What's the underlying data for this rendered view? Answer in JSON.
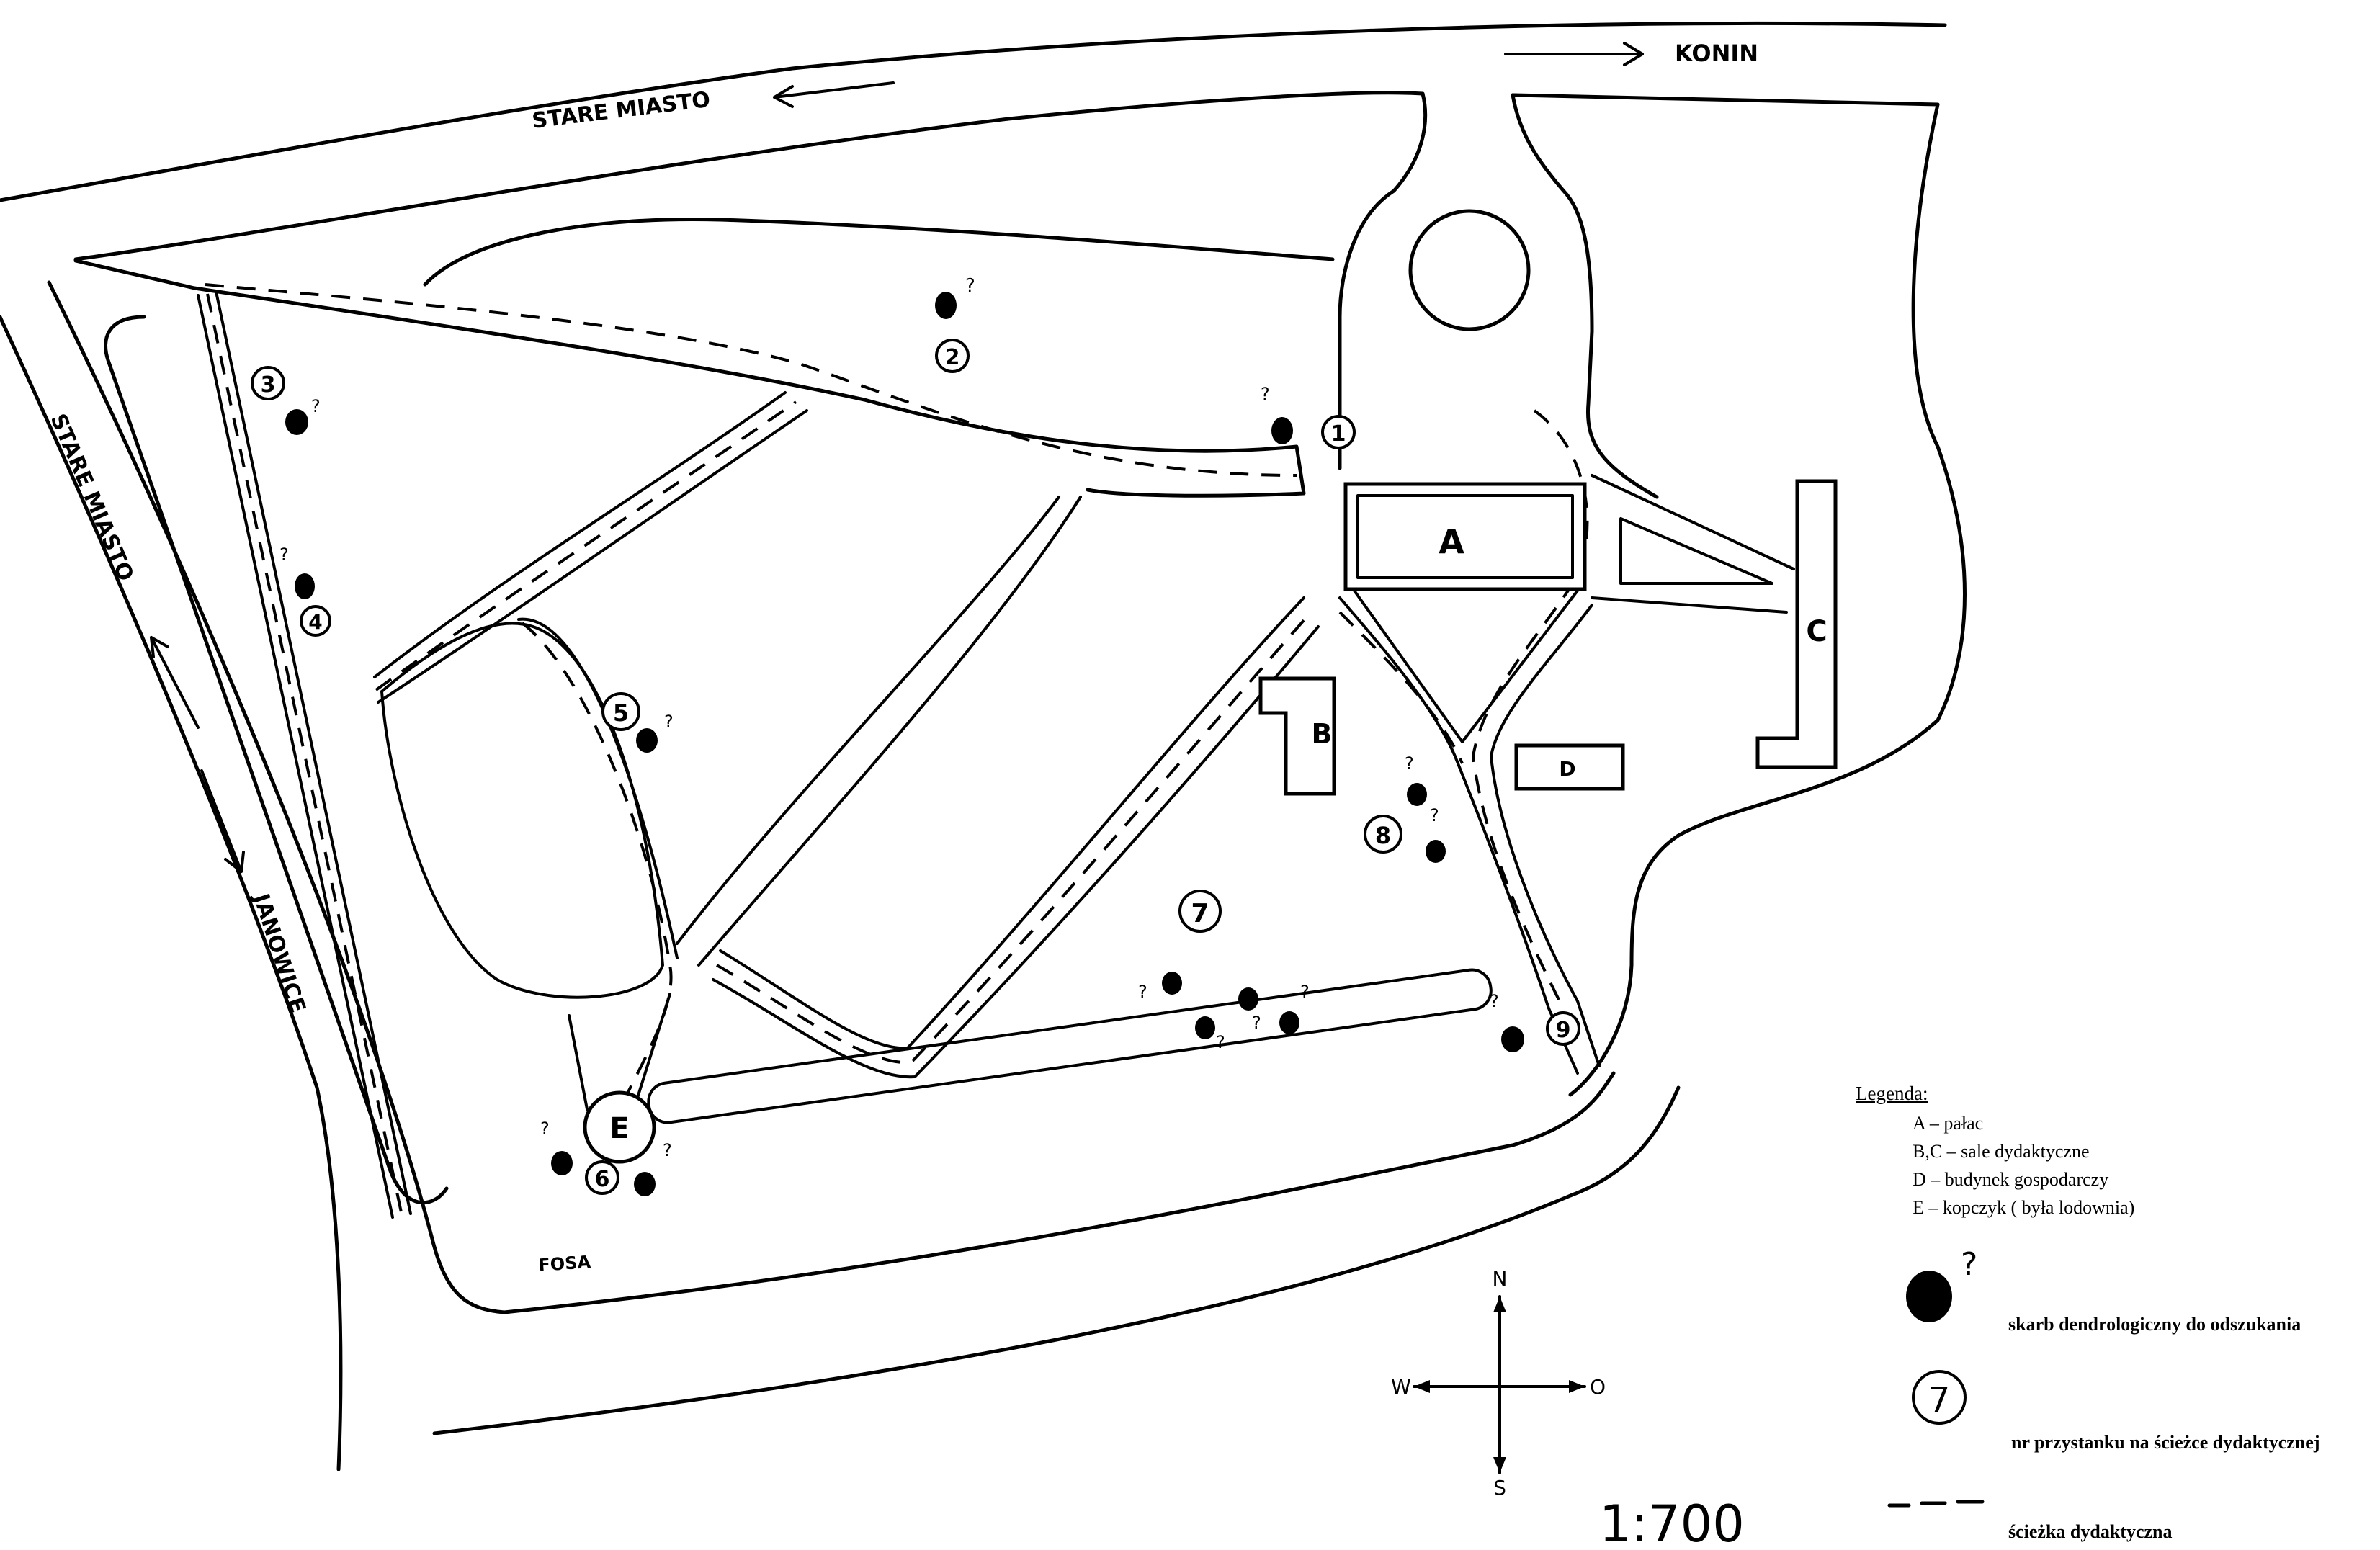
{
  "map": {
    "road_labels": {
      "top_west": "STARE MIASTO",
      "top_east": "KONIN",
      "left_north": "STARE MIASTO",
      "left_south": "JANOWICE",
      "moat": "FOSA"
    },
    "building_labels": {
      "palace": "A",
      "building_b": "B",
      "building_c": "C",
      "building_d": "D",
      "mound": "E"
    },
    "stops": [
      "1",
      "2",
      "3",
      "4",
      "5",
      "6",
      "7",
      "8",
      "9"
    ],
    "treasure_marker": "?",
    "scale": "1:700",
    "compass": {
      "n": "N",
      "s": "S",
      "w": "W",
      "e": "O"
    }
  },
  "legend": {
    "title": "Legenda:",
    "items": [
      "A – pałac",
      "B,C – sale dydaktyczne",
      "D – budynek gospodarczy",
      "E – kopczyk ( była lodownia)"
    ],
    "treasure_symbol_marker": "?",
    "treasure_desc": "skarb dendrologiczny do  odszukania",
    "stop_symbol_number": "7",
    "stop_desc": "nr przystanku na ścieżce dydaktycznej",
    "path_desc": "ścieżka dydaktyczna"
  }
}
